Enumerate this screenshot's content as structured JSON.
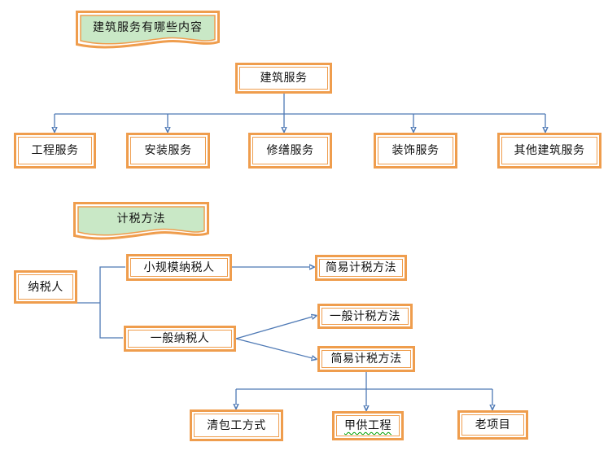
{
  "colors": {
    "box_border": "#EF9D4D",
    "banner_fill": "#C9E8C6",
    "node_fill": "#FFFFFF",
    "connector": "#4E79B5",
    "arrow_head": "#8CAEDC",
    "text": "#111111"
  },
  "section_construction": {
    "banner_label": "建筑服务有哪些内容",
    "root_label": "建筑服务",
    "children": [
      "工程服务",
      "安装服务",
      "修缮服务",
      "装饰服务",
      "其他建筑服务"
    ]
  },
  "section_tax": {
    "banner_label": "计税方法",
    "root_label": "纳税人",
    "branches": {
      "small_scale": "小规模纳税人",
      "small_scale_method": "简易计税方法",
      "general": "一般纳税人",
      "general_method": "一般计税方法",
      "general_simple_method": "简易计税方法"
    },
    "simple_method_children": [
      "清包工方式",
      "甲供工程",
      "老项目"
    ]
  }
}
